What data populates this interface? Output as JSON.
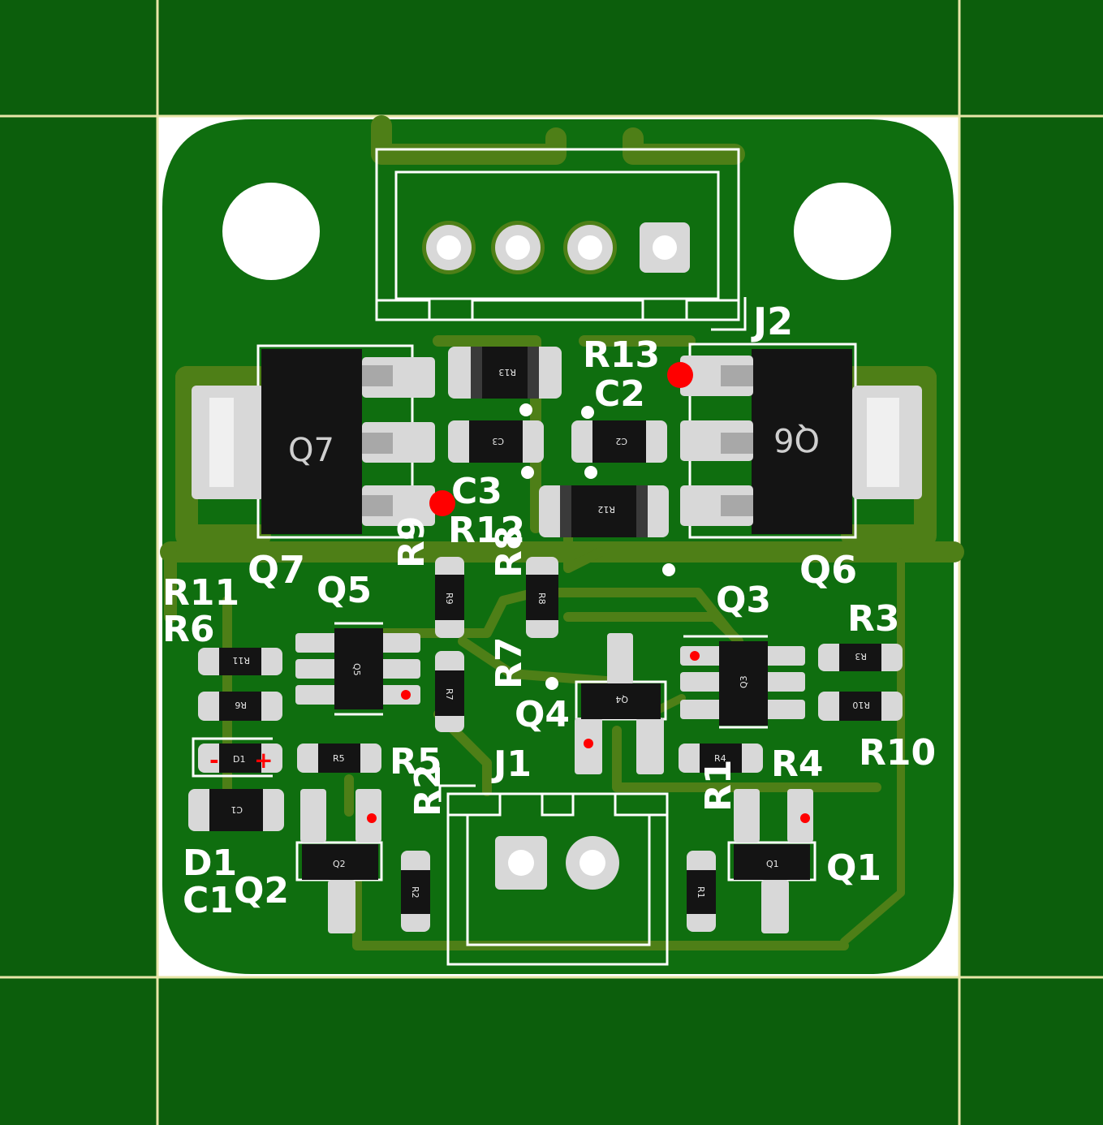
{
  "colors": {
    "panel": "#0c5e0c",
    "panel_lines": "#e8e6a8",
    "board_bg": "#ffffff",
    "copper_fill": "#0f6e0f",
    "trace": "#4e7f17",
    "pad": "#d8d8d8",
    "body": "#141414",
    "silkscreen": "#ffffff",
    "marker": "#ff0000"
  },
  "labels": {
    "J2": "J2",
    "J1": "J1",
    "R13": "R13",
    "C2": "C2",
    "C3": "C3",
    "R12": "R12",
    "Q7": "Q7",
    "Q6": "Q6",
    "R11": "R11",
    "R6": "R6",
    "Q5": "Q5",
    "R9": "R9",
    "R8": "R8",
    "Q3": "Q3",
    "R3": "R3",
    "R7": "R7",
    "Q4": "Q4",
    "R10": "R10",
    "R5": "R5",
    "R4": "R4",
    "R2": "R2",
    "R1": "R1",
    "D1": "D1",
    "C1": "C1",
    "Q2": "Q2",
    "Q1": "Q1"
  },
  "package_labels": {
    "R13": "R13",
    "C3": "C3",
    "C2": "C2",
    "R12": "R12",
    "Q7": "Q7",
    "Q6": "Q6",
    "R9": "R9",
    "R8": "R8",
    "R7": "R7",
    "R11": "R11",
    "R6": "R6",
    "R3": "R3",
    "R10": "R10",
    "Q5": "Q5",
    "Q3": "Q3",
    "Q4": "Q4",
    "D1": "D1",
    "R5": "R5",
    "R4": "R4",
    "C1": "C1",
    "Q2": "Q2",
    "Q1": "Q1",
    "R2": "R2",
    "R1": "R1"
  },
  "polarity": {
    "minus": "-",
    "plus": "+"
  }
}
